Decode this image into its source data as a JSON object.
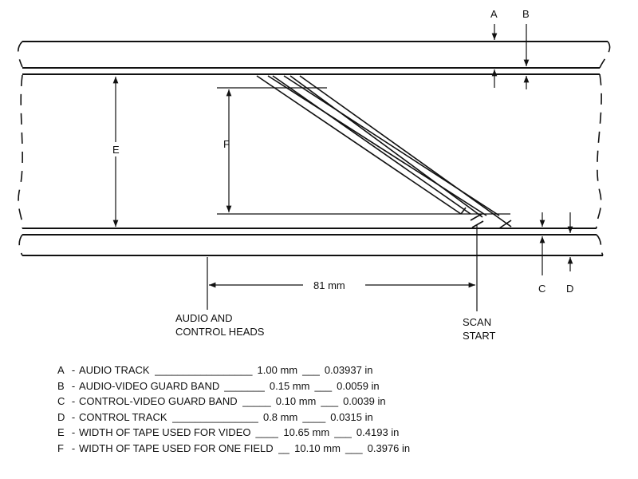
{
  "labels": {
    "A": "A",
    "B": "B",
    "C": "C",
    "D": "D",
    "E": "E",
    "F": "F",
    "distance": "81 mm",
    "heads_line1": "AUDIO AND",
    "heads_line2": "CONTROL HEADS",
    "scan_line1": "SCAN",
    "scan_line2": "START"
  },
  "legend": [
    {
      "letter": "A",
      "name": "AUDIO TRACK",
      "leader": "_________________",
      "mm": "1.00 mm",
      "leader2": "___",
      "inch": "0.03937 in"
    },
    {
      "letter": "B",
      "name": "AUDIO-VIDEO GUARD BAND",
      "leader": "_______",
      "mm": "0.15 mm",
      "leader2": "___",
      "inch": "0.0059 in"
    },
    {
      "letter": "C",
      "name": "CONTROL-VIDEO GUARD BAND",
      "leader": "_____",
      "mm": "0.10 mm",
      "leader2": "___",
      "inch": "0.0039 in"
    },
    {
      "letter": "D",
      "name": "CONTROL TRACK",
      "leader": "_______________",
      "mm": "0.8 mm",
      "leader2": "____",
      "inch": "0.0315 in"
    },
    {
      "letter": "E",
      "name": "WIDTH OF TAPE USED FOR VIDEO",
      "leader": "____",
      "mm": "10.65 mm",
      "leader2": "___",
      "inch": "0.4193 in"
    },
    {
      "letter": "F",
      "name": "WIDTH OF TAPE USED FOR ONE FIELD",
      "leader": "__",
      "mm": "10.10 mm",
      "leader2": "___",
      "inch": "0.3976 in"
    }
  ]
}
